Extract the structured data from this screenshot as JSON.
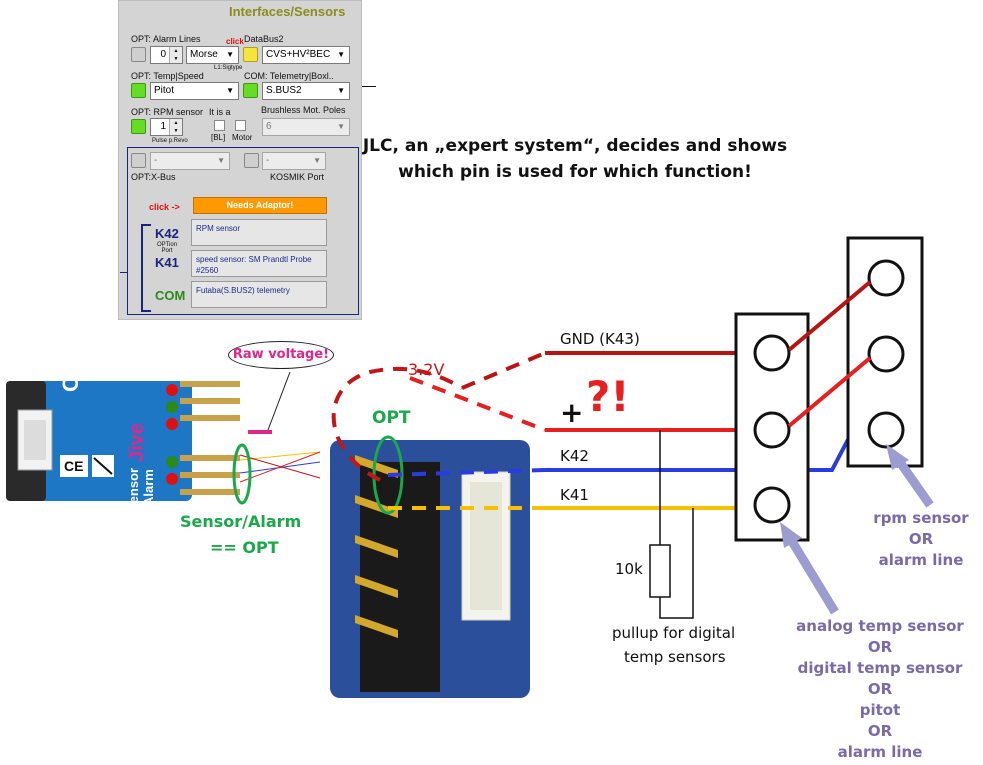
{
  "panel": {
    "title": "Interfaces/Sensors",
    "opt_alarm_lines_label": "OPT: Alarm Lines",
    "alarm_lines_value": "0",
    "alarm_mode": "Morse",
    "l1_sigtype": "L1:Sigtype",
    "click_label": "click",
    "databus2_label": "DataBus2",
    "databus2_value": "CVS+HV²BEC",
    "opt_temp_speed_label": "OPT: Temp|Speed",
    "temp_speed_value": "Pitot",
    "com_telemetry_label": "COM: Telemetry|Boxl..",
    "com_telemetry_value": "S.BUS2",
    "opt_rpm_label": "OPT: RPM sensor",
    "rpm_value": "1",
    "pulse_per_rev": "Pulse p.Revo",
    "it_is_a": "It is a",
    "bl_label": "[BL]",
    "motor_label": "Motor",
    "brushless_label": "Brushless Mot. Poles",
    "poles_value": "6",
    "xbus_value": "-",
    "xbus_label": "OPT:X-Bus",
    "kosmik_value": "-",
    "kosmik_label": "KOSMIK Port",
    "click_arrow": "click ->",
    "needs_adaptor": "Needs Adaptor!",
    "k42": "K42",
    "k42_desc": "RPM sensor",
    "option_port": "OPTion Port",
    "k41": "K41",
    "k41_desc": "speed sensor: SM Prandtl Probe #2560",
    "com": "COM",
    "com_desc": "Futaba(S.BUS2) telemetry"
  },
  "callouts": {
    "expert_line1": "JLC, an „expert system“, decides and shows",
    "expert_line2": "which pin is used for which function!",
    "raw_voltage": "Raw voltage!",
    "voltage_32": "3.2V",
    "opt": "OPT",
    "sensor_alarm": "Sensor/Alarm",
    "eq_opt": "== OPT",
    "plus": "+",
    "question": "?!",
    "resistor": "10k",
    "pullup1": "pullup for digital",
    "pullup2": "temp sensors"
  },
  "wires": {
    "gnd": "GND (K43)",
    "k42": "K42",
    "k41": "K41"
  },
  "device": {
    "com": "COM",
    "jive": "Jive",
    "sensor": "Sensor",
    "alarm": "Alarm",
    "ce": "CE"
  },
  "pin_notes": {
    "rpm": [
      "rpm sensor",
      "OR",
      "alarm line"
    ],
    "analog": [
      "analog temp sensor",
      "OR",
      "digital temp sensor",
      "OR",
      "pitot",
      "OR",
      "alarm line"
    ]
  },
  "colors": {
    "gnd_wire": "#b81414",
    "plus_wire": "#e62020",
    "k42_wire": "#2a3ce0",
    "k41_wire": "#f5c000",
    "opt_green": "#1aa84a",
    "note_purple": "#7a6aa8",
    "arrow_lavender": "#9c9cd0",
    "raw_magenta": "#e0268a"
  }
}
